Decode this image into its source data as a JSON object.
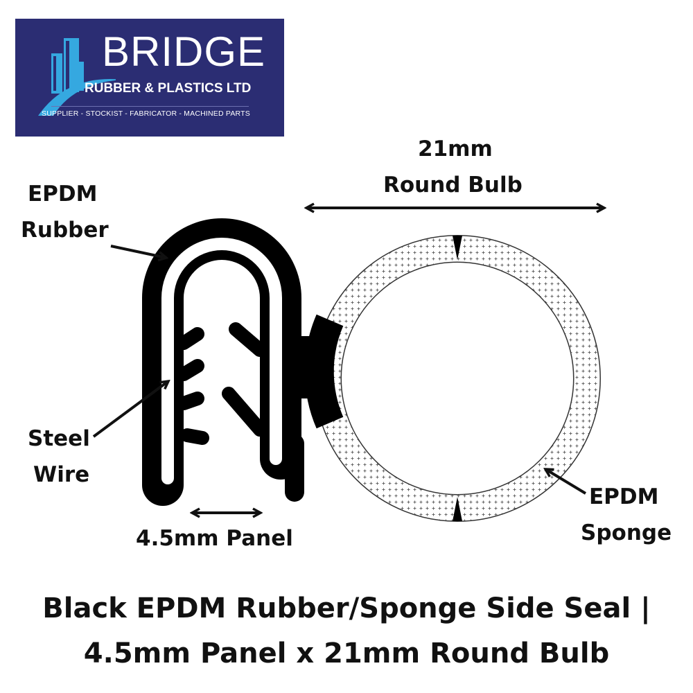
{
  "logo": {
    "brand": "BRIDGE",
    "company": "RUBBER & PLASTICS LTD",
    "tagline": "SUPPLIER - STOCKIST - FABRICATOR - MACHINED PARTS",
    "background": "#2b2d73",
    "accent": "#35a8e0"
  },
  "labels": {
    "bulb_size": "21mm",
    "bulb_shape": "Round Bulb",
    "rubber_line1": "EPDM",
    "rubber_line2": "Rubber",
    "wire_line1": "Steel",
    "wire_line2": "Wire",
    "panel": "4.5mm Panel",
    "sponge_line1": "EPDM",
    "sponge_line2": "Sponge"
  },
  "title": {
    "line1": "Black EPDM Rubber/Sponge Side Seal |",
    "line2": "4.5mm Panel x 21mm Round Bulb"
  }
}
